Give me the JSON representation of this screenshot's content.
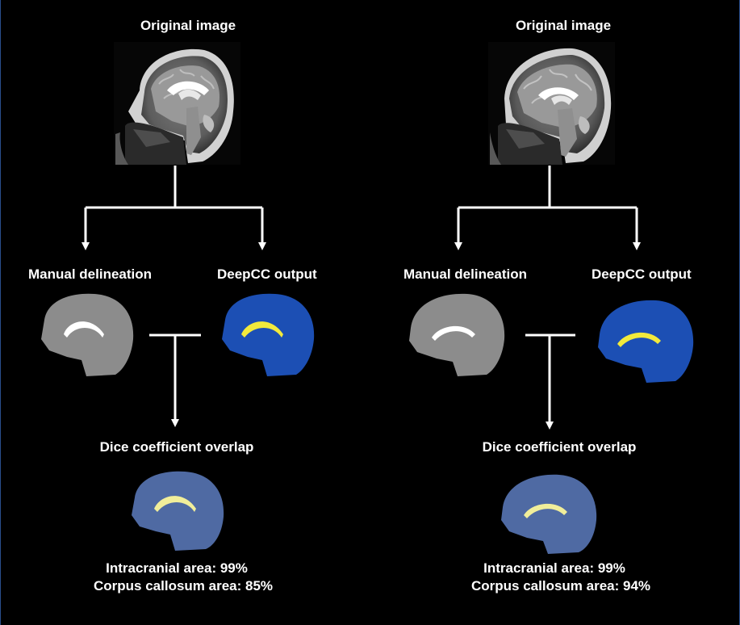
{
  "panels": [
    {
      "original_label": "Original image",
      "manual_label": "Manual delineation",
      "deepcc_label": "DeepCC output",
      "dice_label": "Dice coefficient overlap",
      "intracranial_text": "Intracranial area: 99%",
      "corpus_text": "Corpus callosum area: 85%"
    },
    {
      "original_label": "Original image",
      "manual_label": "Manual delineation",
      "deepcc_label": "DeepCC output",
      "dice_label": "Dice coefficient overlap",
      "intracranial_text": "Intracranial area: 99%",
      "corpus_text": "Corpus callosum area: 94%"
    }
  ],
  "colors": {
    "background": "#000000",
    "manual_fill": "#8c8c8c",
    "deepcc_fill": "#1c4fb4",
    "overlap_fill": "#4f6aa3",
    "cc_manual": "#ffffff",
    "cc_deepcc": "#f2ea3c",
    "cc_overlap": "#f1ee9a"
  }
}
